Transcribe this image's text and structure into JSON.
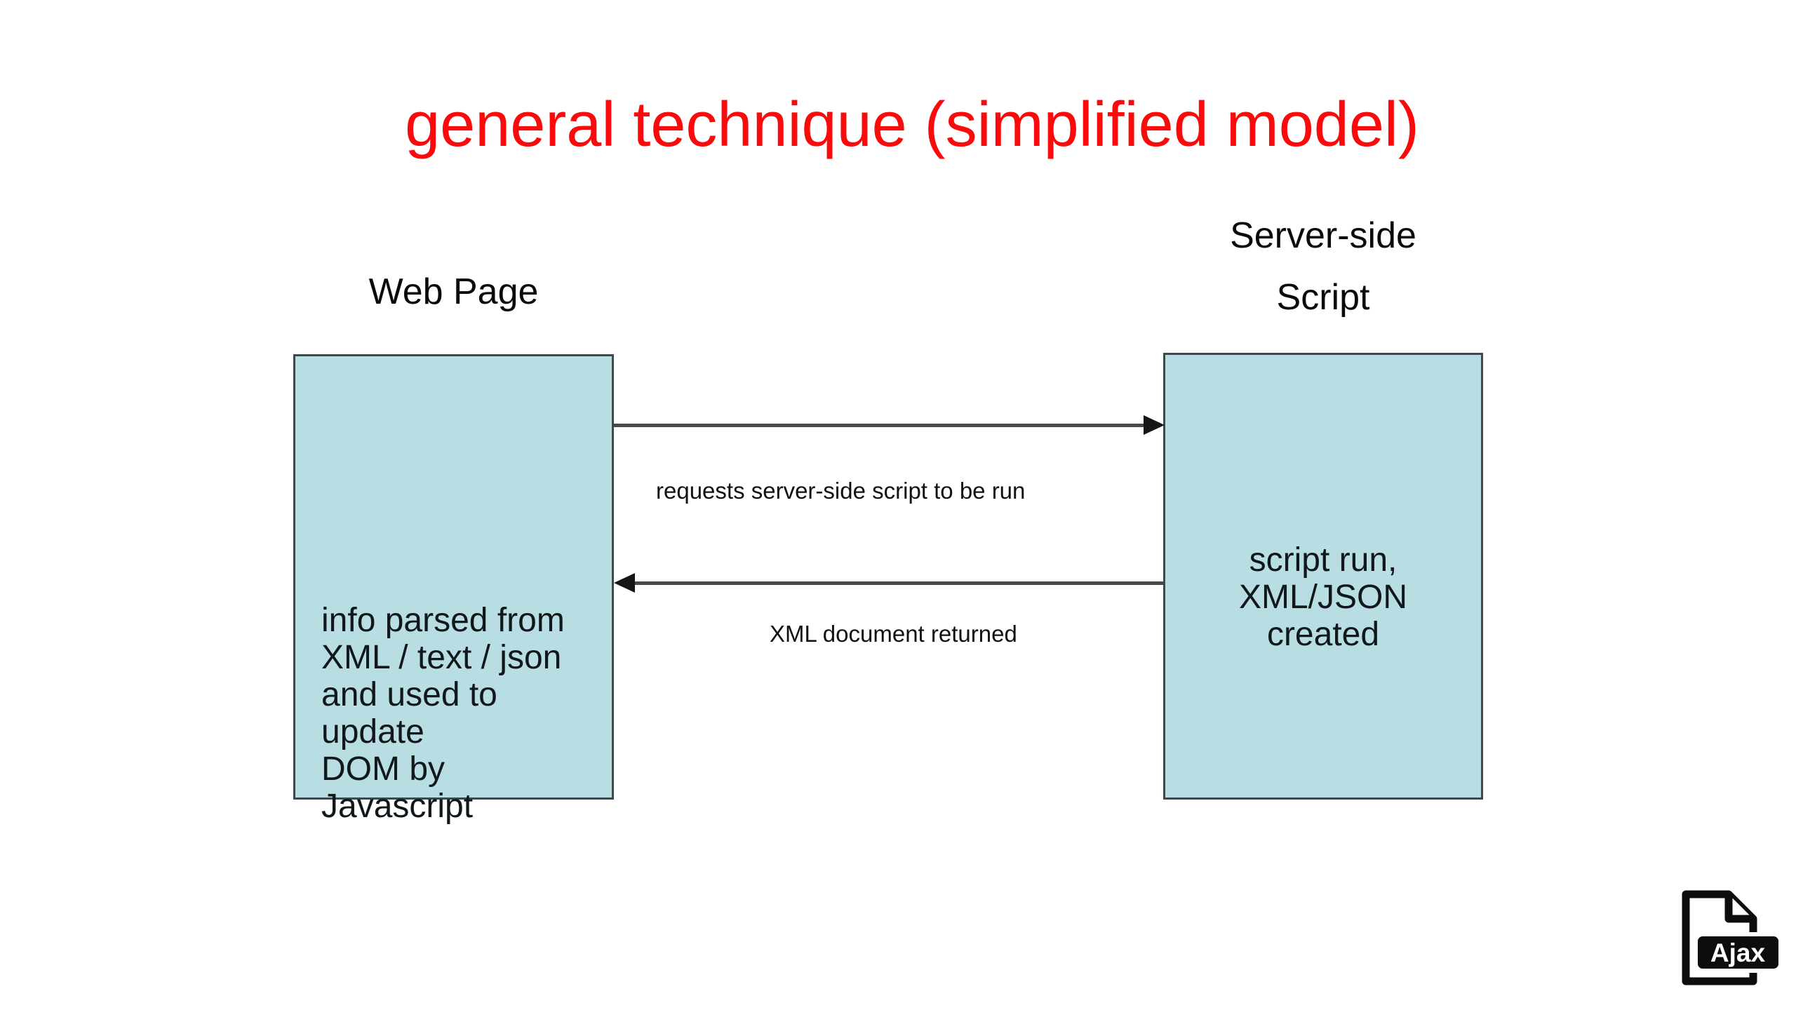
{
  "title": {
    "text": "general technique (simplified model)",
    "color": "#fa0a0a"
  },
  "nodes": {
    "left": {
      "label": "Web Page",
      "body": [
        "info parsed from",
        "XML / text / json",
        "and used to update",
        "DOM by Javascript"
      ],
      "fill_color": "#b8dde2",
      "border_color": "#3c4a4d"
    },
    "right": {
      "label_line1": "Server-side",
      "label_line2": "Script",
      "body": [
        "script run,",
        "XML/JSON",
        "created"
      ],
      "fill_color": "#b8dde2",
      "border_color": "#3c4a4d"
    }
  },
  "arrows": {
    "color": "#4a4a4a",
    "request": {
      "label": "requests server-side script to be run",
      "direction": "left-to-right"
    },
    "response": {
      "label": "XML document returned",
      "direction": "right-to-left"
    }
  },
  "badge": {
    "icon": "ajax-file-icon",
    "text": "Ajax"
  }
}
